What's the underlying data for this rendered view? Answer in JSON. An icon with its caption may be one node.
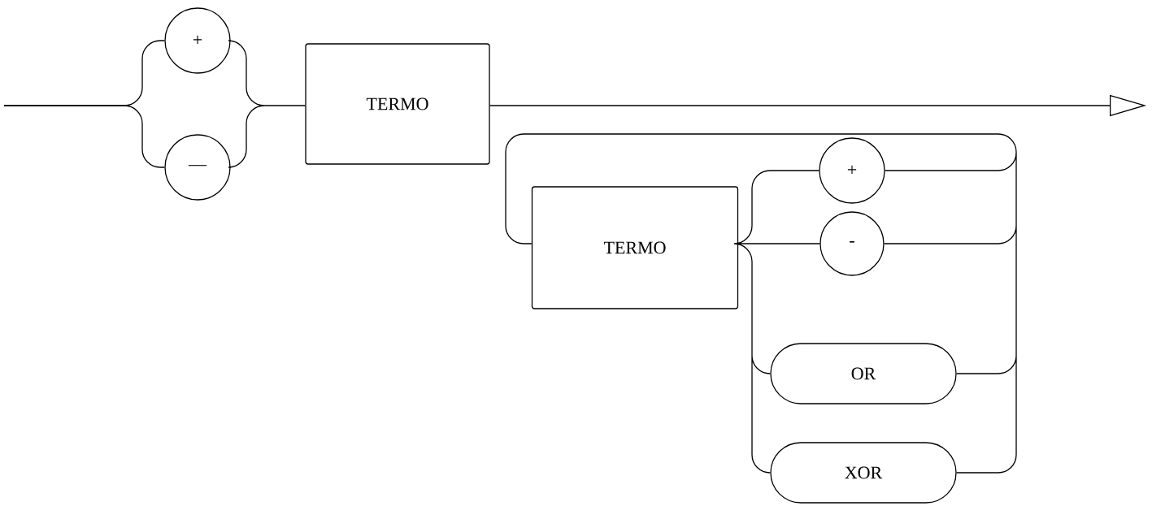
{
  "diagram": {
    "nodes": [
      {
        "text": [
          "+"
        ]
      },
      {
        "text": [
          "—"
        ]
      },
      {
        "text": [
          "TERMO"
        ]
      },
      {
        "text": [
          "TERMO"
        ]
      },
      {
        "text": [
          "+"
        ]
      },
      {
        "text": [
          "-"
        ]
      },
      {
        "text": [
          "OR"
        ]
      },
      {
        "text": [
          "XOR"
        ]
      }
    ],
    "edges": [
      {
        "from": null,
        "to": 0,
        "arrow": "none"
      },
      {
        "from": null,
        "to": 1,
        "arrow": "none"
      },
      {
        "from": 0,
        "to": 2,
        "arrow": "none"
      },
      {
        "from": 1,
        "to": 2,
        "arrow": "none"
      },
      {
        "from": 2,
        "to": null,
        "arrow": "to"
      },
      {
        "from": 3,
        "to": 4,
        "arrow": "none"
      },
      {
        "from": 3,
        "to": 5,
        "arrow": "none"
      },
      {
        "from": 3,
        "to": 6,
        "arrow": "none"
      },
      {
        "from": 3,
        "to": 7,
        "arrow": "none"
      },
      {
        "from": 4,
        "to": 3,
        "arrow": "none"
      },
      {
        "from": 5,
        "to": 3,
        "arrow": "none"
      },
      {
        "from": 6,
        "to": 3,
        "arrow": "none"
      },
      {
        "from": 7,
        "to": 3,
        "arrow": "none"
      }
    ]
  }
}
